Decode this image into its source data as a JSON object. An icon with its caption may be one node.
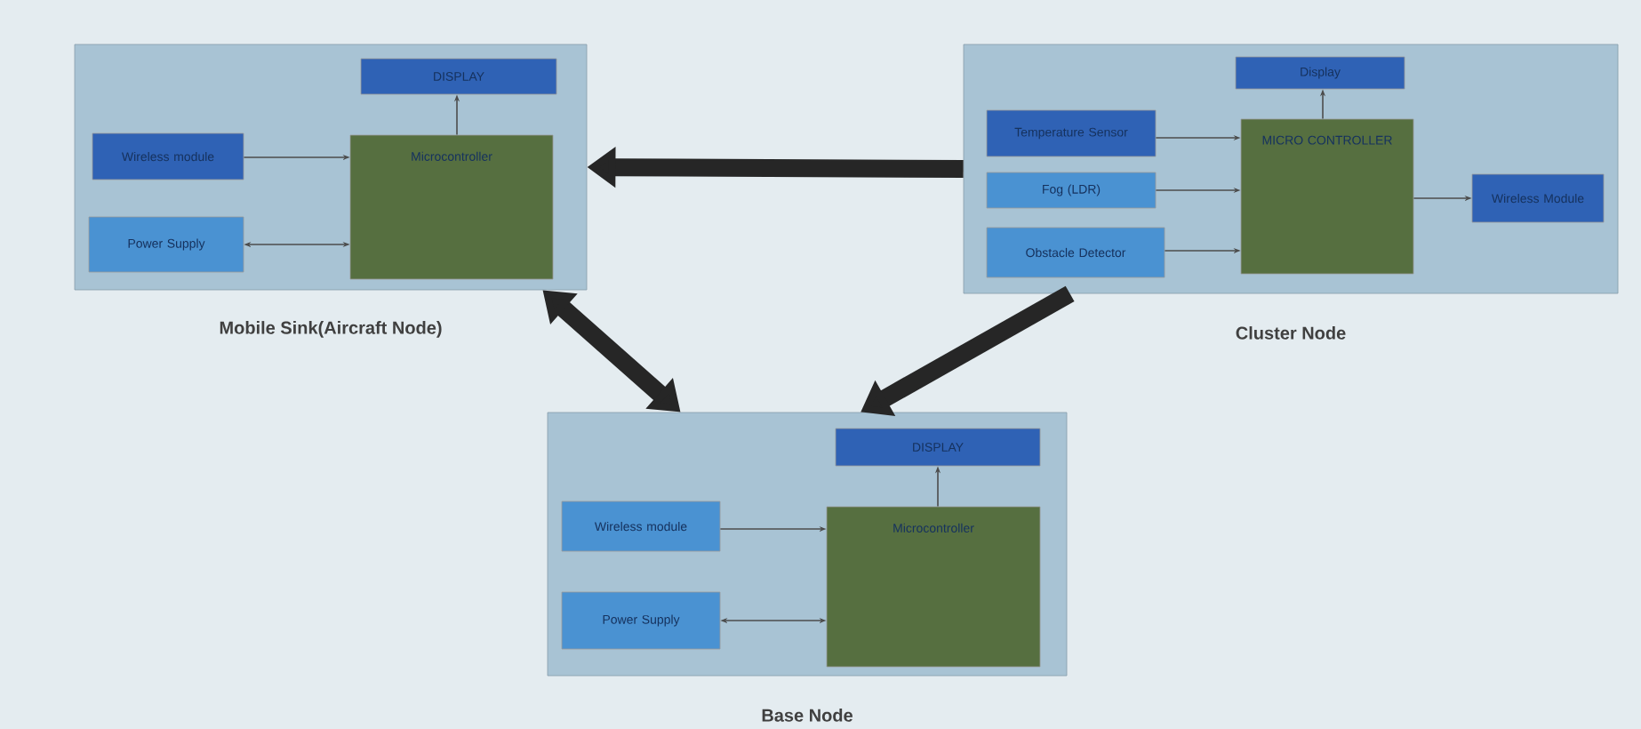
{
  "diagram": {
    "nodes": [
      {
        "text": [
          "Mobile Sink(Aircraft Node)"
        ]
      },
      {
        "text": [
          "DISPLAY"
        ],
        "in": 0
      },
      {
        "text": [
          "Wireless module"
        ],
        "in": 0
      },
      {
        "text": [
          "Microcontroller"
        ],
        "in": 0
      },
      {
        "text": [
          "Power Supply"
        ],
        "in": 0
      },
      {
        "text": [
          "Cluster Node"
        ]
      },
      {
        "text": [
          "Display"
        ],
        "in": 5
      },
      {
        "text": [
          "Temperature Sensor"
        ],
        "in": 5
      },
      {
        "text": [
          "MICRO CONTROLLER"
        ],
        "in": 5
      },
      {
        "text": [
          "Wireless Module"
        ],
        "in": 5
      },
      {
        "text": [
          "Fog (LDR)"
        ],
        "in": 5
      },
      {
        "text": [
          "Obstacle Detector"
        ],
        "in": 5
      },
      {
        "text": [
          "Base Node"
        ]
      },
      {
        "text": [
          "DISPLAY"
        ],
        "in": 12
      },
      {
        "text": [
          "Wireless module"
        ],
        "in": 12
      },
      {
        "text": [
          "Microcontroller"
        ],
        "in": 12
      },
      {
        "text": [
          "Power Supply"
        ],
        "in": 12
      }
    ],
    "edges": [
      {
        "from": 2,
        "to": 3,
        "arrow": "to"
      },
      {
        "from": 3,
        "to": 1,
        "arrow": "to"
      },
      {
        "from": 4,
        "to": 3,
        "arrow": "both"
      },
      {
        "from": 7,
        "to": 8,
        "arrow": "to"
      },
      {
        "from": 10,
        "to": 8,
        "arrow": "to"
      },
      {
        "from": 11,
        "to": 8,
        "arrow": "to"
      },
      {
        "from": 8,
        "to": 6,
        "arrow": "to"
      },
      {
        "from": 8,
        "to": 9,
        "arrow": "to"
      },
      {
        "from": 14,
        "to": 15,
        "arrow": "to"
      },
      {
        "from": 15,
        "to": 13,
        "arrow": "to"
      },
      {
        "from": 16,
        "to": 15,
        "arrow": "both"
      },
      {
        "from": 5,
        "to": 0,
        "arrow": "to",
        "style": "thick"
      },
      {
        "from": 5,
        "to": 12,
        "arrow": "to",
        "style": "thick"
      },
      {
        "from": 0,
        "to": 12,
        "arrow": "both",
        "style": "thick"
      }
    ]
  }
}
